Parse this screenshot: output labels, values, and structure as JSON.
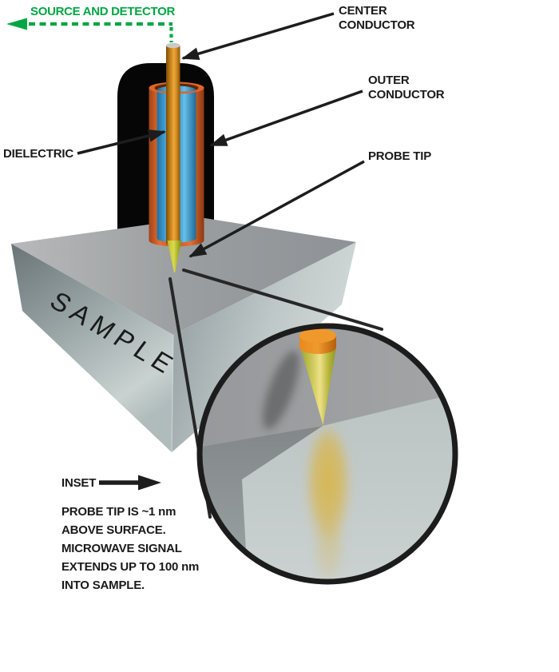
{
  "labels": {
    "source_detector": "SOURCE AND DETECTOR",
    "center_conductor": "CENTER\nCONDUCTOR",
    "outer_conductor": "OUTER\nCONDUCTOR",
    "dielectric": "DIELECTRIC",
    "probe_tip": "PROBE TIP",
    "sample": "SAMPLE",
    "inset": "INSET",
    "caption": "PROBE TIP IS ~1 nm\nABOVE SURFACE.\nMICROWAVE SIGNAL\nEXTENDS UP TO 100 nm\nINTO SAMPLE."
  },
  "colors": {
    "source_detector_green": "#00a644",
    "center_conductor_orange": "#f0a53c",
    "outer_conductor_red": "#df6529",
    "dielectric_blue": "#3e9fd0",
    "probe_tip_yellow": "#c9cc3a",
    "sample_gray": "#9b9ea0",
    "dome_black": "#060606",
    "label_black": "#1a1a1a",
    "glow_yellow": "#d8b64c"
  }
}
